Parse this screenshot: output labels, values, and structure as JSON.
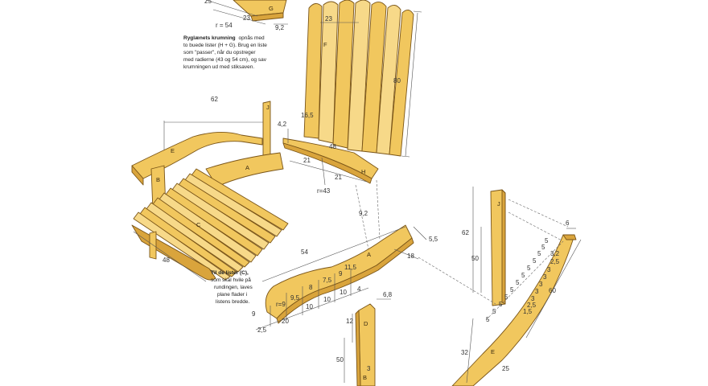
{
  "parts": {
    "A": "A",
    "B": "B",
    "C": "C",
    "D": "D",
    "E": "E",
    "F": "F",
    "G": "G",
    "H": "H",
    "J": "J"
  },
  "annotations": {
    "backrest_bold": "Ryglænets krumning",
    "backrest_rest": [
      "opnås med",
      "to buede lister (H + G). Brug en liste",
      "som \"passer\", når du opstreger",
      "med radierne (43 og 54 cm), og sav",
      "krumningen ud med stiksaven."
    ],
    "slats_bold": "Til de lister (C),",
    "slats_rest": [
      "som skal hvile på",
      "rundingen, laves",
      "plane flader i",
      "listens bredde."
    ]
  },
  "dimensions": {
    "top_25": "25",
    "top_23": "23",
    "top_r54": "r = 54",
    "top_9_2": "9,2",
    "back_23": "23",
    "back_80": "80",
    "back_16_5": "16,5",
    "back_4_2": "4,2",
    "back_48": "48",
    "back_21a": "21",
    "back_21b": "21",
    "back_r43": "r=43",
    "back_9_2": "9,2",
    "seat_62": "62",
    "seat_48": "48",
    "arm_54": "54",
    "arm_5_5": "5,5",
    "arm_18": "18",
    "arm_11_5": "11,5",
    "arm_9": "9",
    "arm_7_5": "7,5",
    "arm_8": "8",
    "arm_9_5": "9,5",
    "arm_4": "4",
    "arm_10a": "10",
    "arm_10b": "10",
    "arm_10c": "10",
    "arm_r9": "r=9",
    "arm_9b": "9",
    "arm_20": "20",
    "arm_2_5": "2,5",
    "leg_6_8": "6,8",
    "leg_12": "12",
    "leg_50": "50",
    "leg_3": "3",
    "j_62": "62",
    "j_50": "50",
    "e_6": "6",
    "e_60": "60",
    "e_32": "32",
    "e_25": "25",
    "e_seq": [
      "5",
      "5",
      "5",
      "5",
      "5",
      "5",
      "5",
      "5",
      "5",
      "5",
      "5",
      "5"
    ],
    "e_right": [
      "3,2",
      "2,5",
      "3",
      "3",
      "3",
      "3",
      "3",
      "2,5",
      "1,5"
    ]
  },
  "colors": {
    "wood": "#f1c75e",
    "wood_dark": "#d9a43c",
    "outline": "#7a5518"
  }
}
